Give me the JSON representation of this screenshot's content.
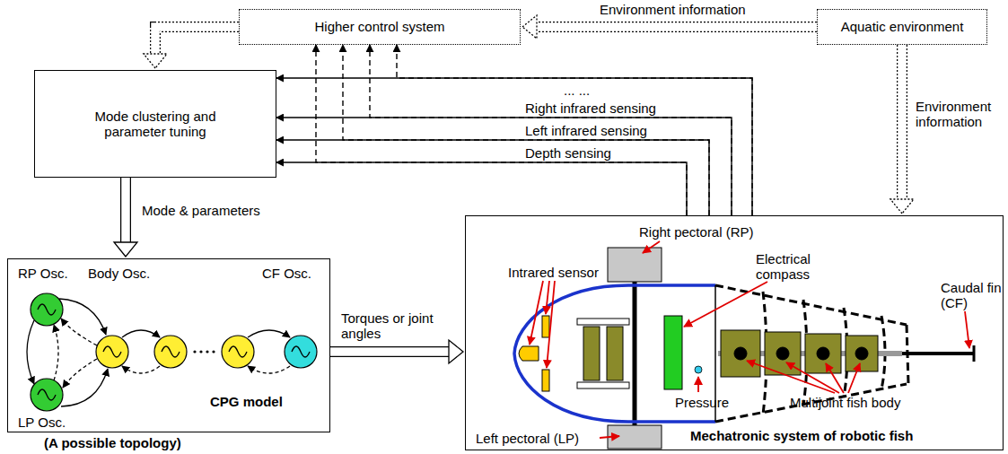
{
  "diagram": {
    "nodes": [
      {
        "text": [
          "Higher control system"
        ]
      },
      {
        "text": [
          "Aquatic environment"
        ]
      },
      {
        "text": [
          "Mode clustering and parameter tuning"
        ]
      },
      {
        "text": [
          "CPG model",
          "(A possible topology)"
        ]
      },
      {
        "text": [
          "Mechatronic system of robotic fish"
        ]
      }
    ],
    "edges": [
      {
        "from": 1,
        "to": 0,
        "arrow": "to",
        "label": "Environment information"
      },
      {
        "from": 0,
        "to": 2,
        "arrow": "to"
      },
      {
        "from": 1,
        "to": 4,
        "arrow": "to",
        "label": "Environment information"
      },
      {
        "from": 4,
        "to": 2,
        "arrow": "to"
      },
      {
        "from": 4,
        "to": 2,
        "arrow": "to",
        "label": "Right infrared sensing"
      },
      {
        "from": 4,
        "to": 2,
        "arrow": "to",
        "label": "Left infrared sensing"
      },
      {
        "from": 4,
        "to": 2,
        "arrow": "to",
        "label": "Depth sensing"
      },
      {
        "from": 4,
        "to": 0,
        "arrow": "to"
      },
      {
        "from": 4,
        "to": 0,
        "arrow": "to"
      },
      {
        "from": 4,
        "to": 0,
        "arrow": "to"
      },
      {
        "from": 4,
        "to": 0,
        "arrow": "to"
      },
      {
        "from": 2,
        "to": 3,
        "arrow": "to",
        "label": "Mode & parameters"
      },
      {
        "from": 3,
        "to": 4,
        "arrow": "to",
        "label": "Torques or joint angles"
      }
    ],
    "labels": [
      "... ...",
      "RP Osc.",
      "Body Osc.",
      "CF Osc.",
      "LP Osc.",
      "Right pectoral (RP)",
      "Intrared sensor",
      "Electrical compass",
      "Caudal fin (CF)",
      "Pressure",
      "Multijoint fish body",
      "Left pectoral (LP)"
    ]
  }
}
